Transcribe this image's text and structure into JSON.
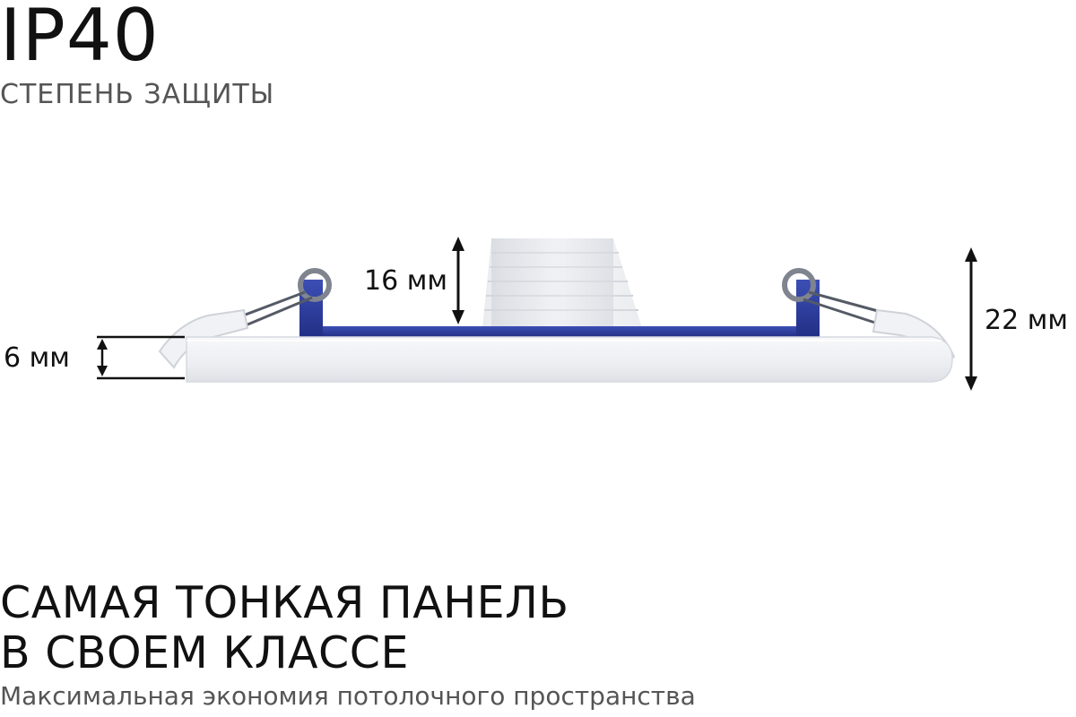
{
  "header": {
    "rating": "IP40",
    "rating_label": "СТЕПЕНЬ ЗАЩИТЫ"
  },
  "dimensions": {
    "panel_thickness": "6 мм",
    "driver_height": "16 мм",
    "total_height": "22 мм"
  },
  "footer": {
    "title_line1": "САМАЯ ТОНКАЯ ПАНЕЛЬ",
    "title_line2": "В СВОЕМ КЛАССЕ",
    "caption": "Максимальная экономия потолочного пространства"
  },
  "colors": {
    "bracket": "#2c3e9c",
    "panel": "#eeeff3",
    "text": "#111111",
    "muted": "#555555"
  }
}
